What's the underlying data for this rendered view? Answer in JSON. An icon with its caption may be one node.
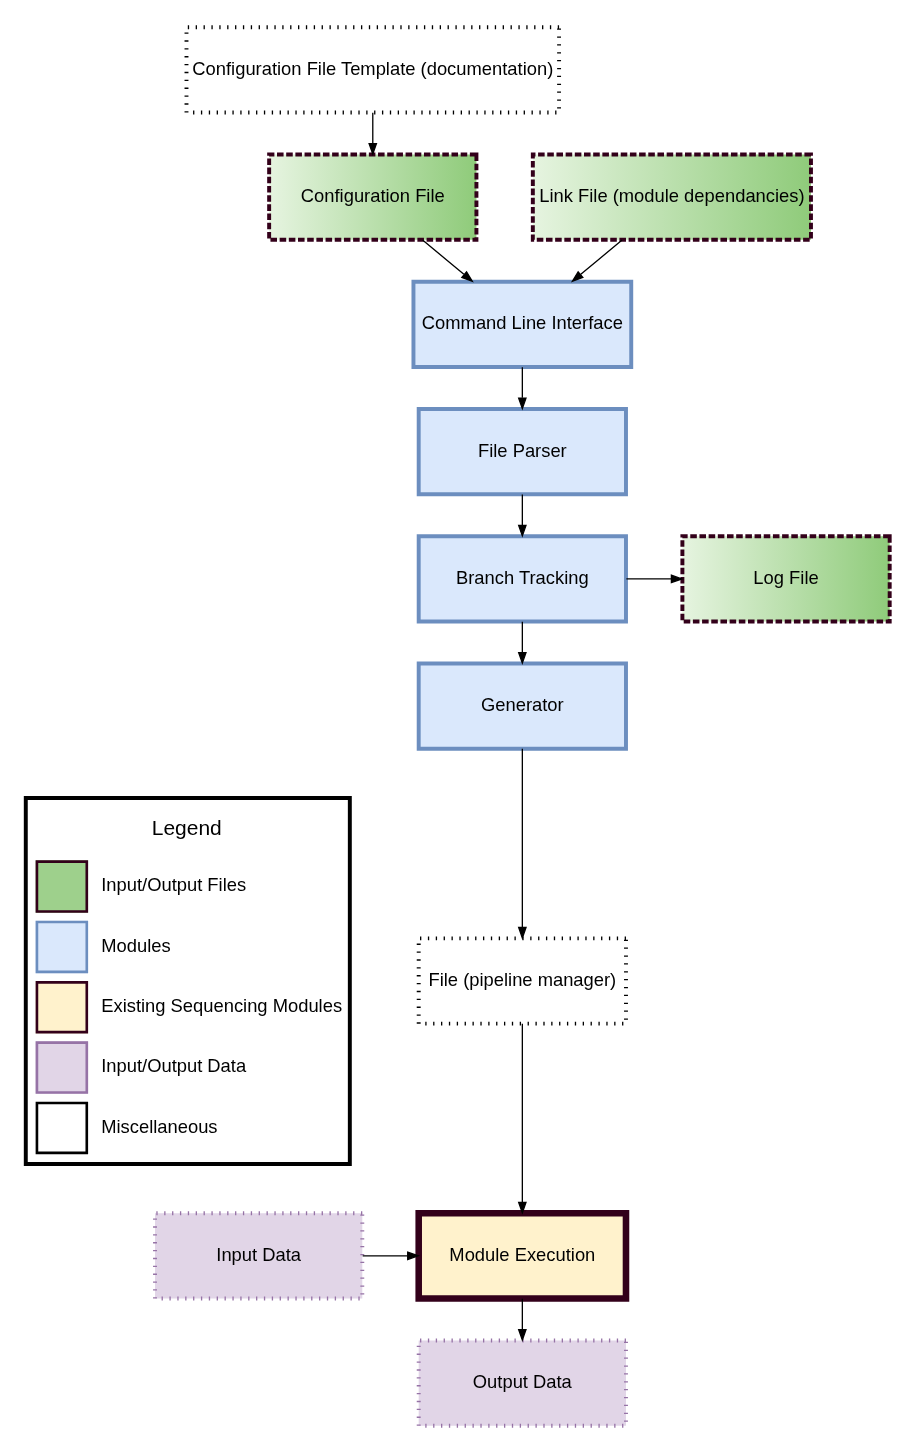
{
  "diagram": {
    "nodes": [
      {
        "text": [
          "Configuration File Template (documentation)"
        ]
      },
      {
        "text": [
          "Configuration File"
        ]
      },
      {
        "text": [
          "Link File (module dependancies)"
        ]
      },
      {
        "text": [
          "Command Line Interface"
        ]
      },
      {
        "text": [
          "File Parser"
        ]
      },
      {
        "text": [
          "Branch Tracking"
        ]
      },
      {
        "text": [
          "Log File"
        ]
      },
      {
        "text": [
          "Generator"
        ]
      },
      {
        "text": [
          "File (pipeline manager)"
        ]
      },
      {
        "text": [
          "Module Execution"
        ]
      },
      {
        "text": [
          "Input Data"
        ]
      },
      {
        "text": [
          "Output Data"
        ]
      }
    ],
    "edges": [
      {
        "from": 0,
        "to": 1,
        "arrow": "to"
      },
      {
        "from": 1,
        "to": 3,
        "arrow": "to"
      },
      {
        "from": 2,
        "to": 3,
        "arrow": "to"
      },
      {
        "from": 3,
        "to": 4,
        "arrow": "to"
      },
      {
        "from": 4,
        "to": 5,
        "arrow": "to"
      },
      {
        "from": 5,
        "to": 6,
        "arrow": "to"
      },
      {
        "from": 5,
        "to": 7,
        "arrow": "to"
      },
      {
        "from": 7,
        "to": 8,
        "arrow": "to"
      },
      {
        "from": 8,
        "to": 9,
        "arrow": "to"
      },
      {
        "from": 10,
        "to": 9,
        "arrow": "to"
      },
      {
        "from": 9,
        "to": 11,
        "arrow": "to"
      }
    ],
    "labels": [
      "Legend"
    ],
    "legend": [
      {
        "text": "Input/Output Files",
        "color": "#9ed08c"
      },
      {
        "text": "Modules",
        "color": "#dae8fc"
      },
      {
        "text": "Existing Sequencing Modules",
        "color": "#fff2cc"
      },
      {
        "text": "Input/Output Data",
        "color": "#e1d5e7"
      },
      {
        "text": "Miscellaneous",
        "color": "#ffffff"
      }
    ]
  }
}
